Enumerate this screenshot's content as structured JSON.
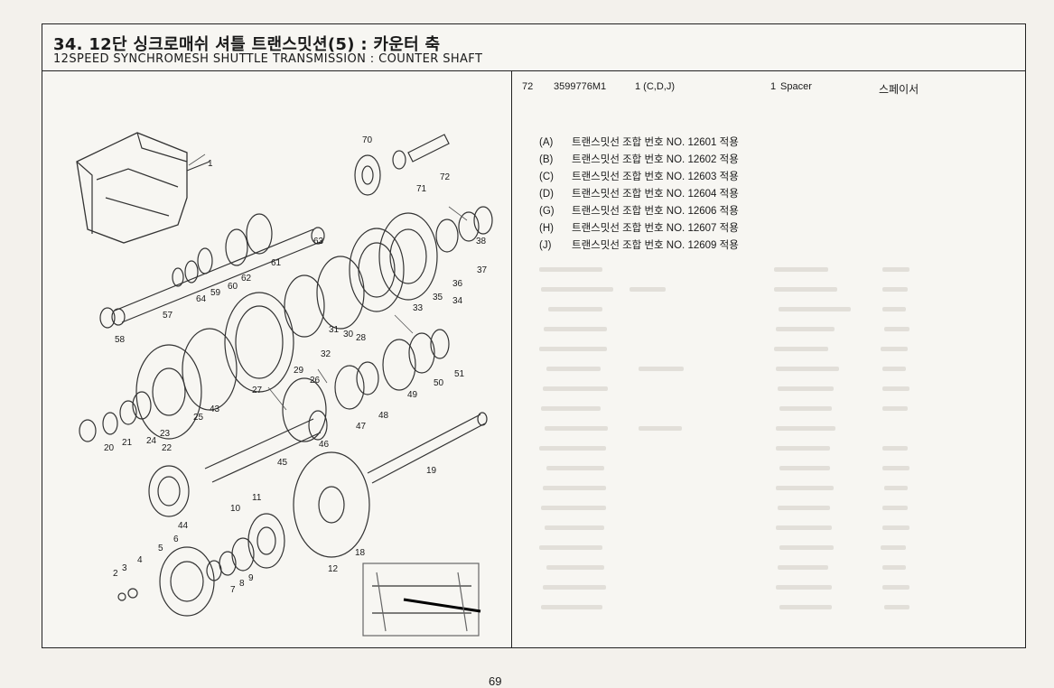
{
  "header": {
    "title_ko": "34. 12단 싱크로매쉬 셔틀 트랜스밋션(5) : 카운터 축",
    "title_en": "12SPEED SYNCHROMESH SHUTTLE TRANSMISSION : COUNTER SHAFT"
  },
  "diagram": {
    "callouts": [
      "1",
      "2",
      "3",
      "4",
      "5",
      "6",
      "7",
      "8",
      "9",
      "10",
      "11",
      "12",
      "18",
      "19",
      "20",
      "21",
      "22",
      "23",
      "24",
      "25",
      "26",
      "27",
      "28",
      "29",
      "30",
      "31",
      "32",
      "33",
      "34",
      "35",
      "36",
      "37",
      "38",
      "43",
      "44",
      "45",
      "46",
      "47",
      "48",
      "49",
      "50",
      "51",
      "57",
      "58",
      "59",
      "60",
      "61",
      "62",
      "63",
      "64",
      "70",
      "71",
      "72"
    ],
    "page_number": "69"
  },
  "parts_list": {
    "row": {
      "ref": "72",
      "part_no": "3599776M1",
      "qty_applic": "1 (C,D,J)",
      "qty": "1",
      "desc_en": "Spacer",
      "desc_ko": "스페이서"
    },
    "notes": [
      {
        "code": "(A)",
        "text": "트랜스밋선 조합 번호 NO. 12601 적용"
      },
      {
        "code": "(B)",
        "text": "트랜스밋선 조합 번호 NO. 12602 적용"
      },
      {
        "code": "(C)",
        "text": "트랜스밋선 조합 번호 NO. 12603 적용"
      },
      {
        "code": "(D)",
        "text": "트랜스밋선 조합 번호 NO. 12604 적용"
      },
      {
        "code": "(G)",
        "text": "트랜스밋선 조합 번호 NO. 12606 적용"
      },
      {
        "code": "(H)",
        "text": "트랜스밋선 조합 번호 NO. 12607 적용"
      },
      {
        "code": "(J)",
        "text": "트랜스밋선 조합 번호 NO. 12609 적용"
      }
    ]
  }
}
